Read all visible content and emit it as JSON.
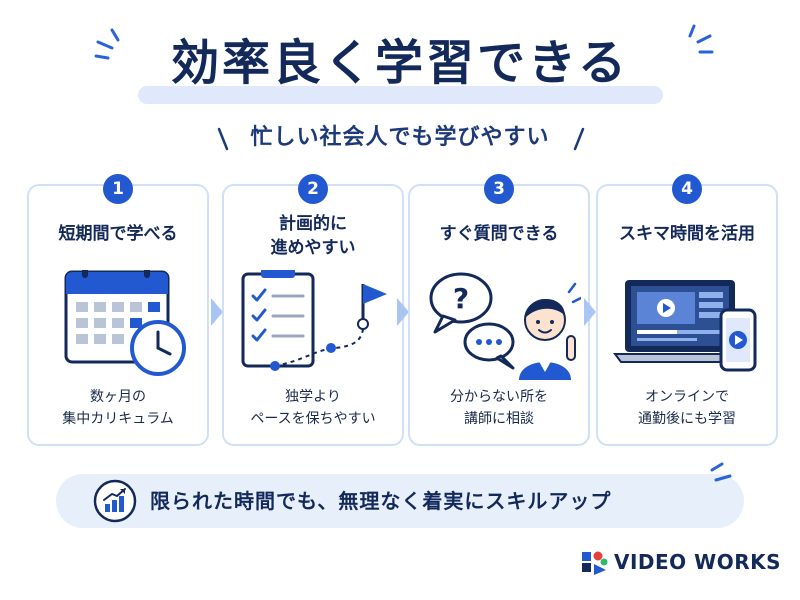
{
  "title": "効率良く学習できる",
  "subtitle": "忙しい社会人でも学びやすい",
  "cards": [
    {
      "number": "1",
      "title": "短期間で学べる",
      "desc_line1": "数ヶ月の",
      "desc_line2": "集中カリキュラム",
      "icon": "calendar-clock-icon"
    },
    {
      "number": "2",
      "title_line1": "計画的に",
      "title_line2": "進めやすい",
      "desc_line1": "独学より",
      "desc_line2": "ペースを保ちやすい",
      "icon": "checklist-flag-icon"
    },
    {
      "number": "3",
      "title": "すぐ質問できる",
      "desc_line1": "分からない所を",
      "desc_line2": "講師に相談",
      "icon": "question-person-icon"
    },
    {
      "number": "4",
      "title": "スキマ時間を活用",
      "desc_line1": "オンラインで",
      "desc_line2": "通勤後にも学習",
      "icon": "laptop-phone-video-icon"
    }
  ],
  "banner": {
    "text": "限られた時間でも、無理なく着実にスキルアップ",
    "icon": "growth-chart-icon"
  },
  "brand": {
    "name": "VIDEO WORKS",
    "icon": "brand-logo-icon"
  },
  "colors": {
    "primary": "#2258d0",
    "navy": "#13295a",
    "light_blue": "#cfe0f7",
    "banner_bg": "#e7effb"
  }
}
